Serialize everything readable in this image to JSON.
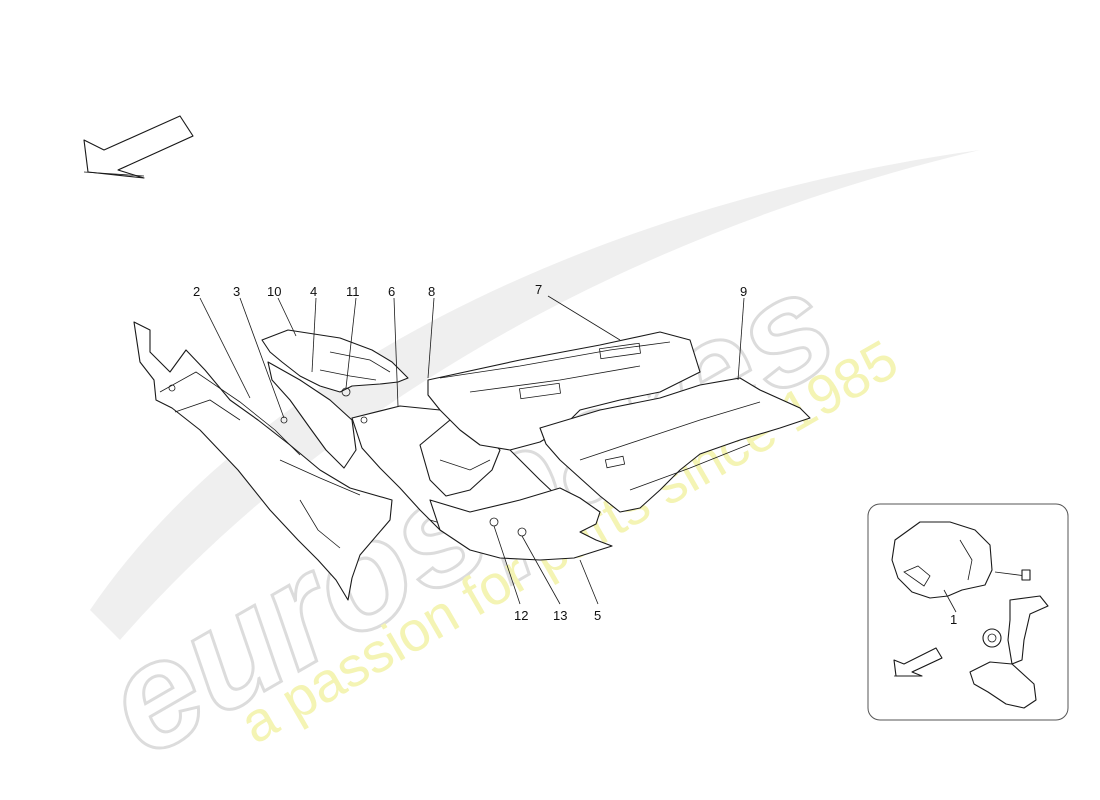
{
  "watermark": {
    "brand": "eurospares",
    "tagline": "a passion for parts since 1985",
    "brand_color": "#e4e4e4",
    "tagline_color": "#f3f3a8"
  },
  "callouts": [
    {
      "id": "c2",
      "label": "2"
    },
    {
      "id": "c3",
      "label": "3"
    },
    {
      "id": "c10",
      "label": "10"
    },
    {
      "id": "c4",
      "label": "4"
    },
    {
      "id": "c11",
      "label": "11"
    },
    {
      "id": "c6",
      "label": "6"
    },
    {
      "id": "c8",
      "label": "8"
    },
    {
      "id": "c7",
      "label": "7"
    },
    {
      "id": "c9",
      "label": "9"
    },
    {
      "id": "c12",
      "label": "12"
    },
    {
      "id": "c13",
      "label": "13"
    },
    {
      "id": "c5",
      "label": "5"
    },
    {
      "id": "c1",
      "label": "1"
    }
  ],
  "icons": {
    "direction_arrow": "arrow-down-left-icon",
    "inset_arrow": "arrow-down-left-icon"
  }
}
